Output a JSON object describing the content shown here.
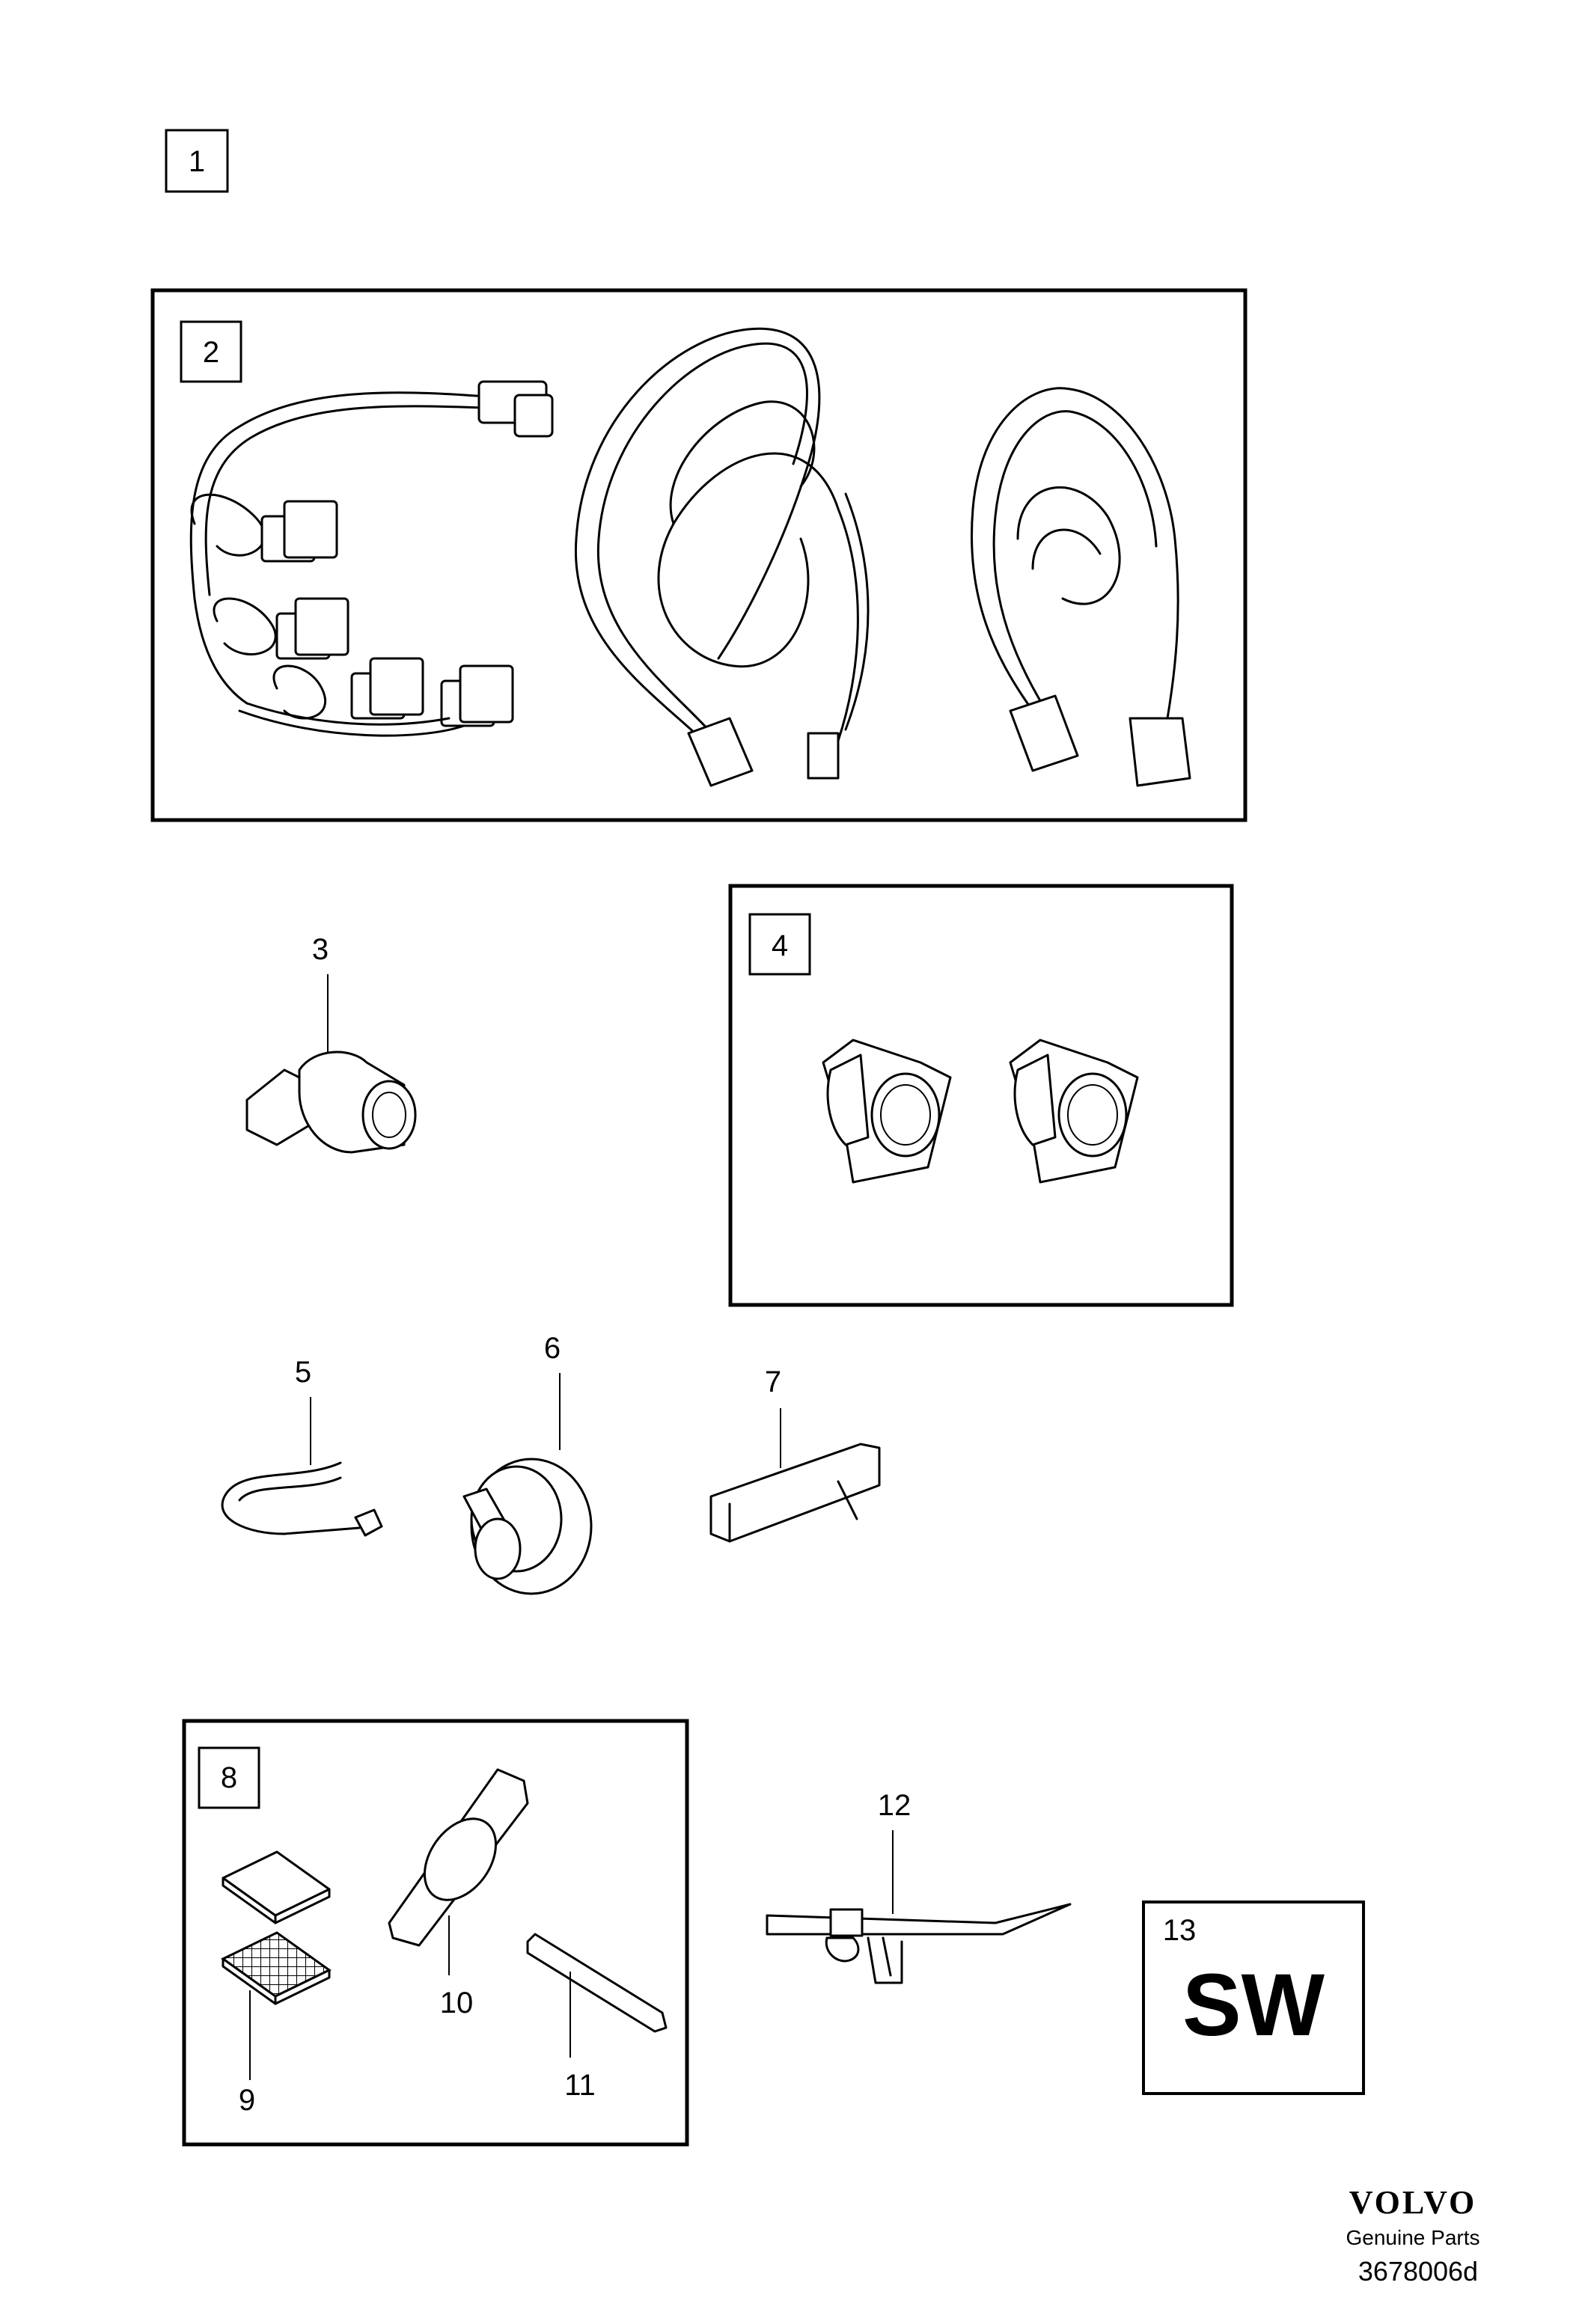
{
  "callouts": {
    "c1": "1",
    "c2": "2",
    "c3": "3",
    "c4": "4",
    "c5": "5",
    "c6": "6",
    "c7": "7",
    "c8": "8",
    "c9": "9",
    "c10": "10",
    "c11": "11",
    "c12": "12",
    "c13": "13"
  },
  "software_badge": "SW",
  "footer": {
    "brand": "VOLVO",
    "tagline": "Genuine Parts",
    "doc_id": "3678006d"
  }
}
